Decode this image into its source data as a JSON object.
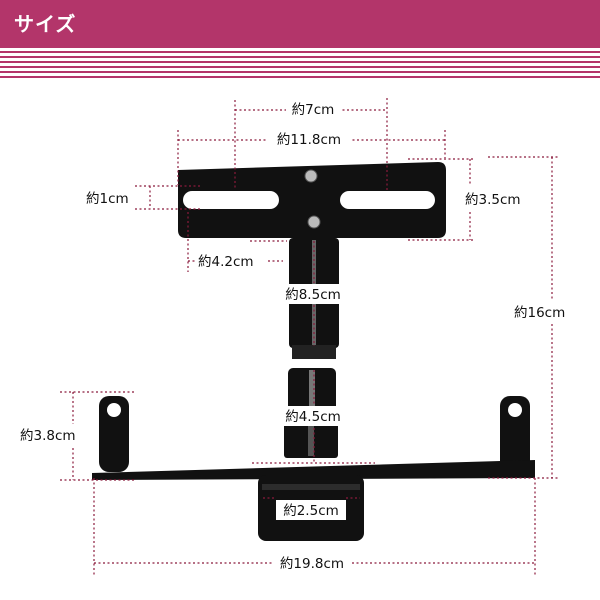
{
  "header": {
    "title": "サイズ"
  },
  "labels": {
    "w7": "約7cm",
    "w11_8": "約11.8cm",
    "h1": "約1cm",
    "h3_5": "約3.5cm",
    "w4_2": "約4.2cm",
    "h8_5": "約8.5cm",
    "h16": "約16cm",
    "h3_8": "約3.8cm",
    "h4_5": "約4.5cm",
    "w2_5": "約2.5cm",
    "w19_8": "約19.8cm"
  },
  "colors": {
    "accent": "#b3356a",
    "dimension_line": "#8b1a3c",
    "product": "#111111"
  }
}
